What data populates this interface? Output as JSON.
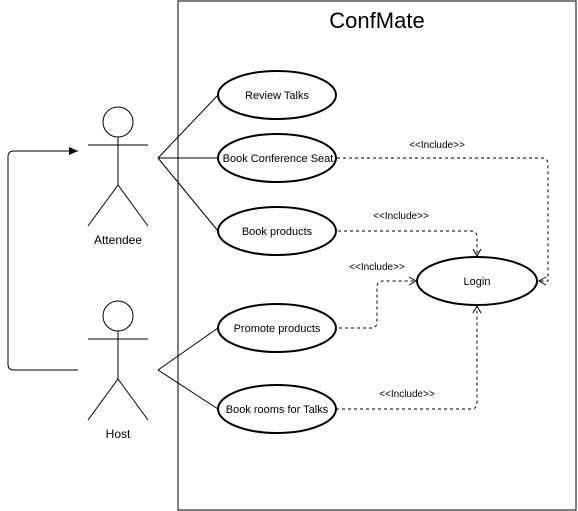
{
  "system": {
    "title": "ConfMate"
  },
  "actors": [
    {
      "id": "attendee",
      "label": "Attendee"
    },
    {
      "id": "host",
      "label": "Host"
    }
  ],
  "use_cases": [
    {
      "id": "review_talks",
      "label": "Review Talks"
    },
    {
      "id": "book_seat",
      "label": "Book Conference Seat"
    },
    {
      "id": "book_products",
      "label": "Book products"
    },
    {
      "id": "promote_products",
      "label": "Promote products"
    },
    {
      "id": "book_rooms",
      "label": "Book rooms for Talks"
    },
    {
      "id": "login",
      "label": "Login"
    }
  ],
  "relations": {
    "include_label": "<<Include>>"
  }
}
